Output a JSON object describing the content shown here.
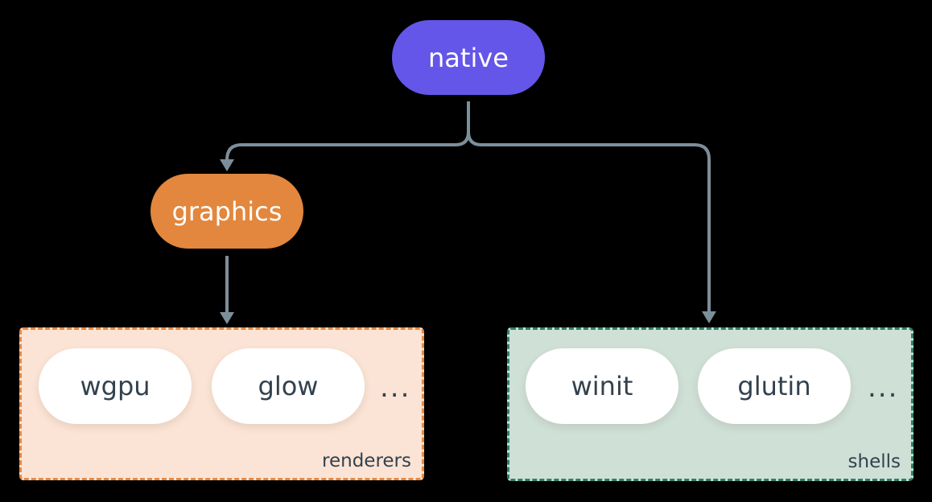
{
  "diagram": {
    "background": "#000000",
    "connector_color": "#7d8e9b",
    "nodes": {
      "native": {
        "label": "native",
        "fill": "#6456e8",
        "text_color": "#ffffff"
      },
      "graphics": {
        "label": "graphics",
        "fill": "#e2873d",
        "text_color": "#ffffff"
      }
    },
    "groups": {
      "renderers": {
        "label": "renderers",
        "fill": "#fbe4d5",
        "border_color": "#e8883f",
        "text_color": "#33414e",
        "item_fill": "#ffffff",
        "items": [
          "wgpu",
          "glow"
        ],
        "ellipsis": "..."
      },
      "shells": {
        "label": "shells",
        "fill": "#cfe0d6",
        "border_color": "#2e8069",
        "text_color": "#33414e",
        "item_fill": "#ffffff",
        "items": [
          "winit",
          "glutin"
        ],
        "ellipsis": "..."
      }
    },
    "edges": [
      {
        "from": "native",
        "to": "graphics"
      },
      {
        "from": "native",
        "to": "shells"
      },
      {
        "from": "graphics",
        "to": "renderers"
      }
    ]
  }
}
